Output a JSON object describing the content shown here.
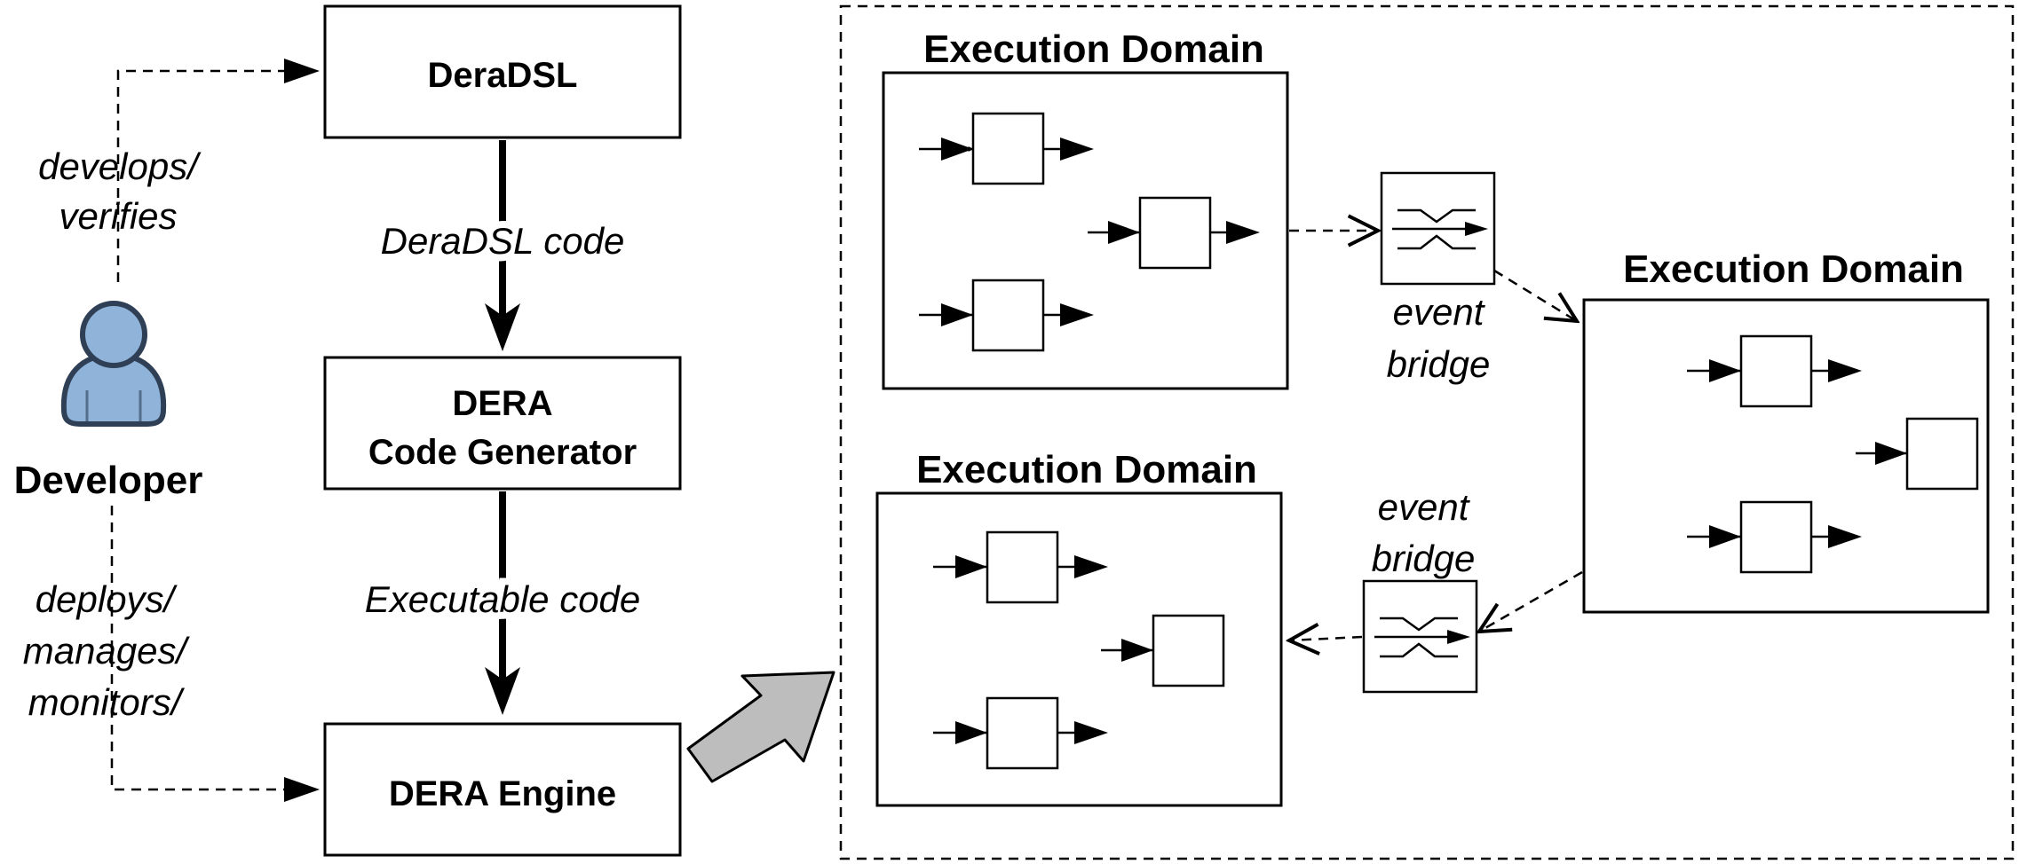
{
  "developer": {
    "label": "Developer",
    "develops_line1": "develops/",
    "develops_line2": "verifies",
    "deploys_line1": "deploys/",
    "deploys_line2": "manages/",
    "deploys_line3": "monitors/"
  },
  "pipeline": {
    "deradsl_box": "DeraDSL",
    "deradsl_code": "DeraDSL code",
    "generator_line1": "DERA",
    "generator_line2": "Code Generator",
    "executable_code": "Executable code",
    "engine_box": "DERA Engine"
  },
  "runtime": {
    "domain_a_title": "Execution Domain",
    "domain_b_title": "Execution Domain",
    "domain_c_title": "Execution Domain",
    "bridge_top_line1": "event",
    "bridge_top_line2": "bridge",
    "bridge_bottom_line1": "event",
    "bridge_bottom_line2": "bridge"
  },
  "colors": {
    "developer_fill": "#8fb3d9",
    "developer_stroke": "#2f3f56",
    "big_arrow_fill": "#bdbdbd"
  }
}
